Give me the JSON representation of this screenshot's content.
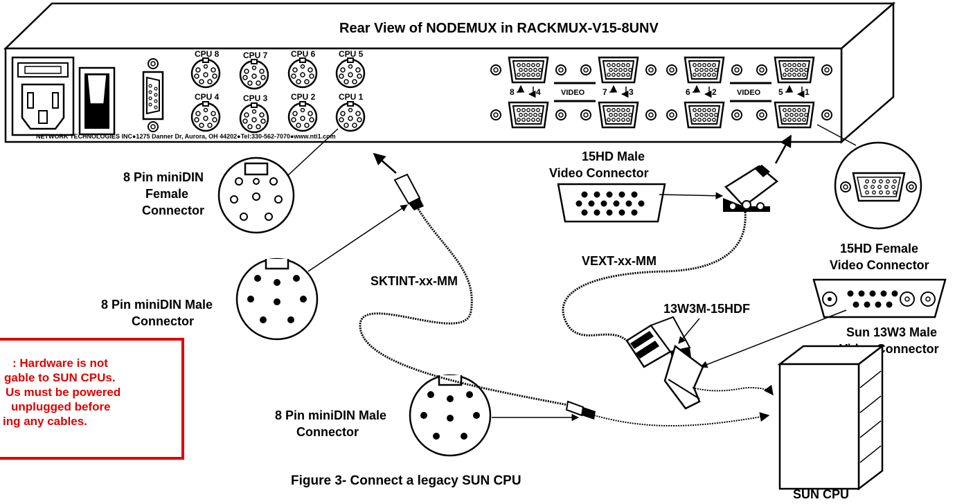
{
  "header": {
    "title": "Rear View of NODEMUX in RACKMUX-V15-8UNV"
  },
  "panel": {
    "company_line": "NETWORK  TECHNOLOGIES INC●1275 Danner Dr, Aurora, OH 44202●Tel:330-562-7070●www.nti1.com",
    "cpu_ports": [
      "CPU 8",
      "CPU 7",
      "CPU 6",
      "CPU 5",
      "CPU 4",
      "CPU 3",
      "CPU 2",
      "CPU 1"
    ],
    "video_label_left": "VIDEO",
    "video_label_right": "VIDEO",
    "port_pairs": [
      "8",
      "4",
      "7",
      "3",
      "6",
      "2",
      "5",
      "1"
    ]
  },
  "labels": {
    "mini_din_female": [
      "8 Pin miniDIN",
      "Female",
      "Connector"
    ],
    "mini_din_male_1": [
      "8 Pin miniDIN Male",
      "Connector"
    ],
    "mini_din_male_2": [
      "8 Pin miniDIN Male",
      "Connector"
    ],
    "sktint": "SKTINT-xx-MM",
    "hd_male": [
      "15HD Male",
      "Video Connector"
    ],
    "vext": "VEXT-xx-MM",
    "hd_female": [
      "15HD Female",
      "Video Connector"
    ],
    "adapter": "13W3M-15HDF",
    "sun13w3": [
      "Sun 13W3 Male",
      "Video Connector"
    ],
    "sun_cpu": "SUN CPU",
    "figure_caption": "Figure 3- Connect a legacy SUN CPU"
  },
  "warning": {
    "lines": [
      ":  Hardware is not",
      "gable to SUN CPUs.",
      "Us must be powered",
      " unplugged before",
      "ing any cables."
    ],
    "color": "#e00000"
  }
}
